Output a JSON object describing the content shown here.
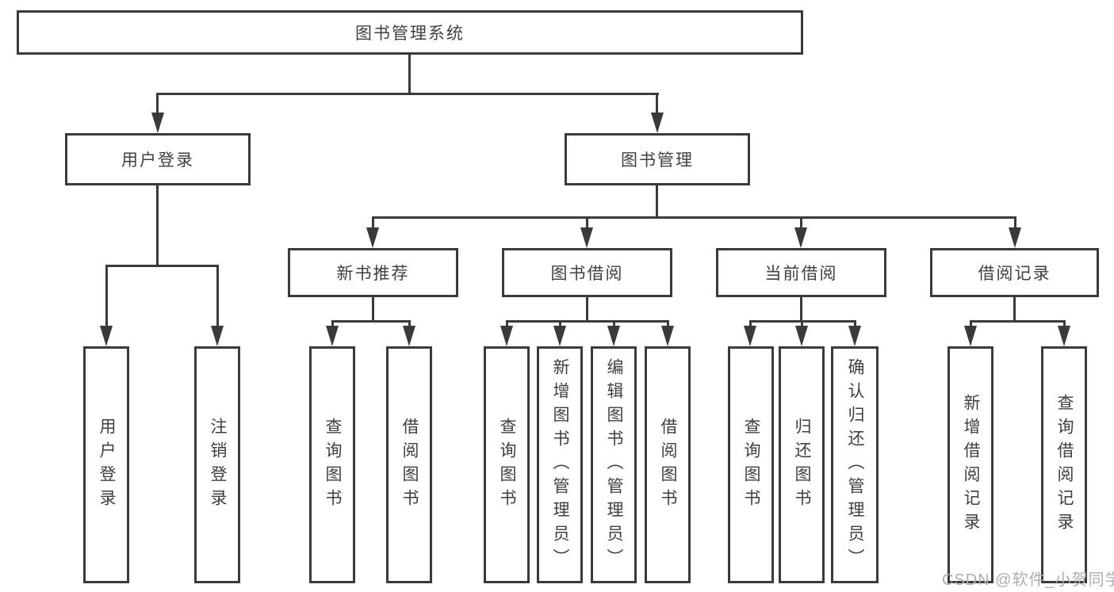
{
  "diagram": {
    "title": "图书管理系统",
    "nodes": {
      "root": "图书管理系统",
      "user_login": "用户登录",
      "book_management": "图书管理",
      "new_book_recommend": "新书推荐",
      "book_borrow": "图书借阅",
      "current_borrow": "当前借阅",
      "borrow_records": "借阅记录",
      "leaf_user_login": "用户登录",
      "leaf_logout": "注销登录",
      "leaf_nb_query_books": "查询图书",
      "leaf_nb_borrow_books": "借阅图书",
      "leaf_bb_query_books": "查询图书",
      "leaf_bb_add_book_admin": "新增图书（管理员）",
      "leaf_bb_edit_book_admin": "编辑图书（管理员）",
      "leaf_bb_borrow_books": "借阅图书",
      "leaf_cb_query_books": "查询图书",
      "leaf_cb_return_book": "归还图书",
      "leaf_cb_confirm_return_admin": "确认归还（管理员）",
      "leaf_br_add_record": "新增借阅记录",
      "leaf_br_query_record": "查询借阅记录"
    },
    "colors": {
      "line": "#3a3a3a",
      "text": "#3f3f3f",
      "box_fill": "#ffffff",
      "background": "#ffffff",
      "watermark": "#a9aeb4"
    },
    "watermark": "CSDN @软件_小贺同学"
  }
}
